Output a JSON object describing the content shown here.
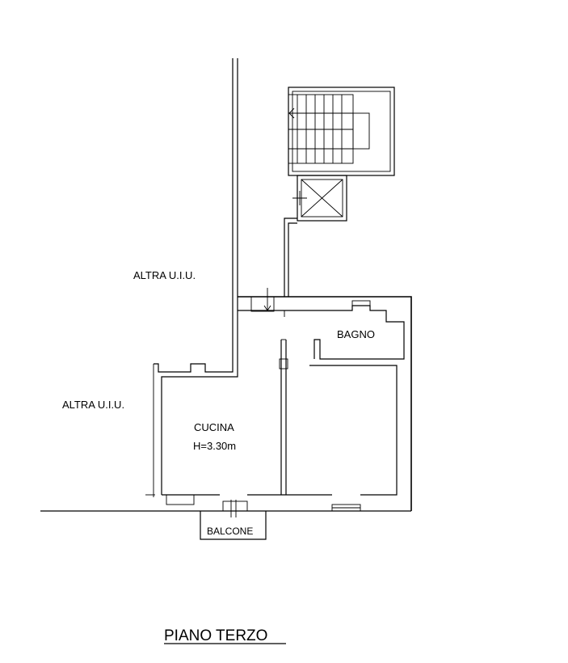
{
  "labels": {
    "altra_upper": "ALTRA U.I.U.",
    "altra_left": "ALTRA U.I.U.",
    "bagno": "BAGNO",
    "cucina": "CUCINA",
    "cucina_height": "H=3.30m",
    "balcone": "BALCONE",
    "title": "PIANO TERZO"
  }
}
